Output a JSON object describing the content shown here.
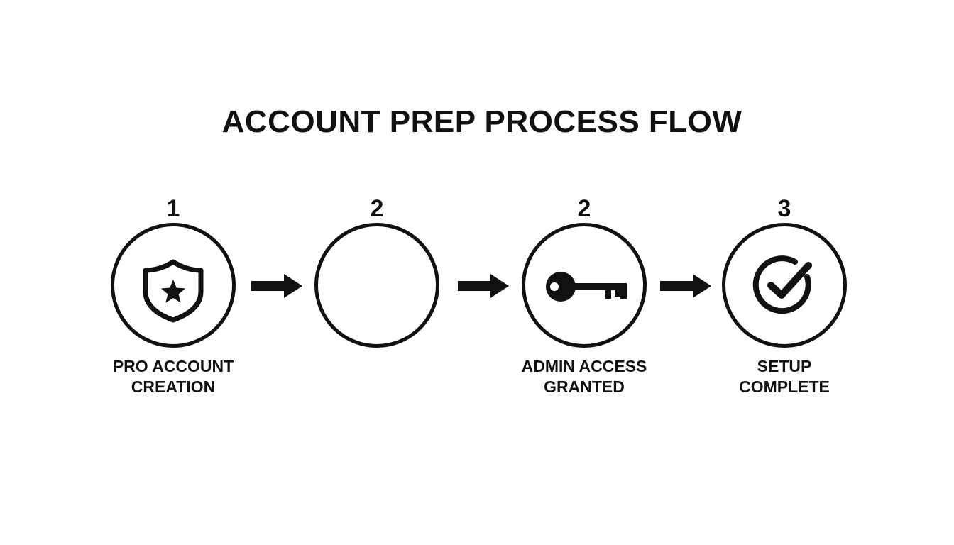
{
  "title": "ACCOUNT PREP PROCESS FLOW",
  "steps": [
    {
      "number": "1",
      "icon": "shield-star-icon",
      "label_line1": "PRO ACCOUNT",
      "label_line2": "CREATION"
    },
    {
      "number": "2",
      "icon": "",
      "label_line1": "",
      "label_line2": ""
    },
    {
      "number": "2",
      "icon": "key-icon",
      "label_line1": "ADMIN ACCESS",
      "label_line2": "GRANTED"
    },
    {
      "number": "3",
      "icon": "check-circle-icon",
      "label_line1": "SETUP",
      "label_line2": "COMPLETE"
    }
  ],
  "colors": {
    "ink": "#111111",
    "background": "#ffffff"
  }
}
